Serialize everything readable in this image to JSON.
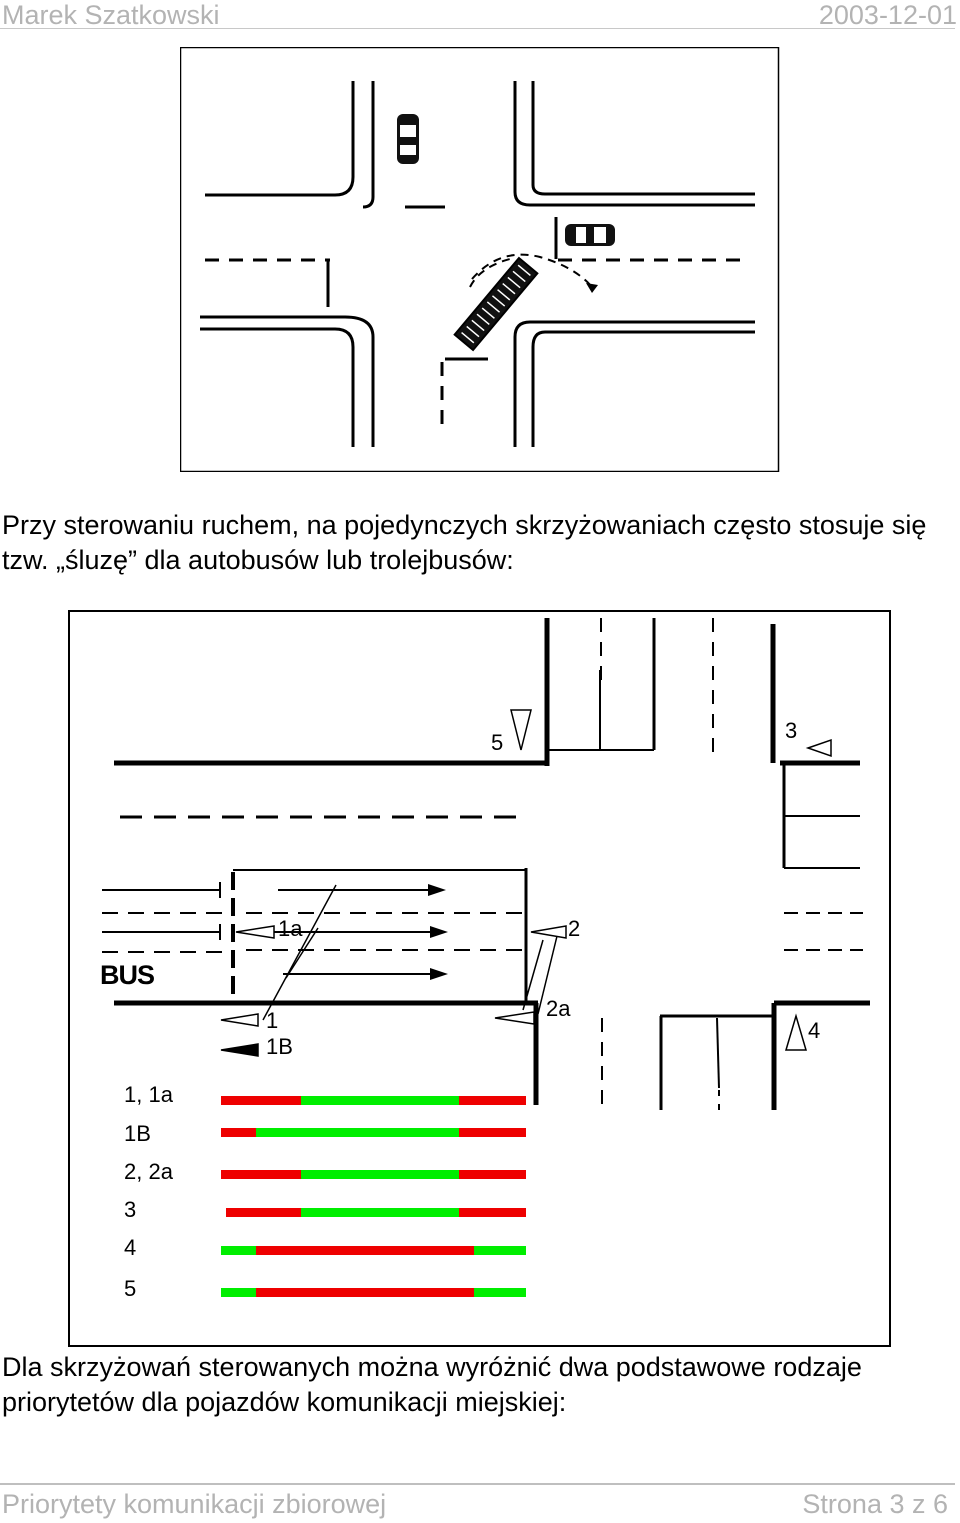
{
  "header": {
    "author": "Marek Szatkowski",
    "date": "2003-12-01"
  },
  "intro_text": "Przy sterowaniu ruchem, na pojedynczych skrzyżowaniach często stosuje się tzw. „śluzę” dla autobusów lub trolejbusów:",
  "diagram": {
    "bus_label": "BUS",
    "signal_labels": {
      "s5": "5",
      "s3": "3",
      "s1a": "1a",
      "s2": "2",
      "s1": "1",
      "s1B": "1B",
      "s2a": "2a",
      "s4": "4"
    },
    "phase_rows": [
      {
        "label": "1, 1a"
      },
      {
        "label": "1B"
      },
      {
        "label": "2, 2a"
      },
      {
        "label": "3"
      },
      {
        "label": "4"
      },
      {
        "label": "5"
      }
    ],
    "colors": {
      "red": "#ee0000",
      "green": "#00ee00"
    }
  },
  "body_text": "Dla skrzyżowań sterowanych można wyróżnić dwa podstawowe rodzaje priorytetów dla pojazdów komunikacji miejskiej:",
  "footer": {
    "title": "Priorytety komunikacji zbiorowej",
    "page": "Strona 3 z 6"
  }
}
